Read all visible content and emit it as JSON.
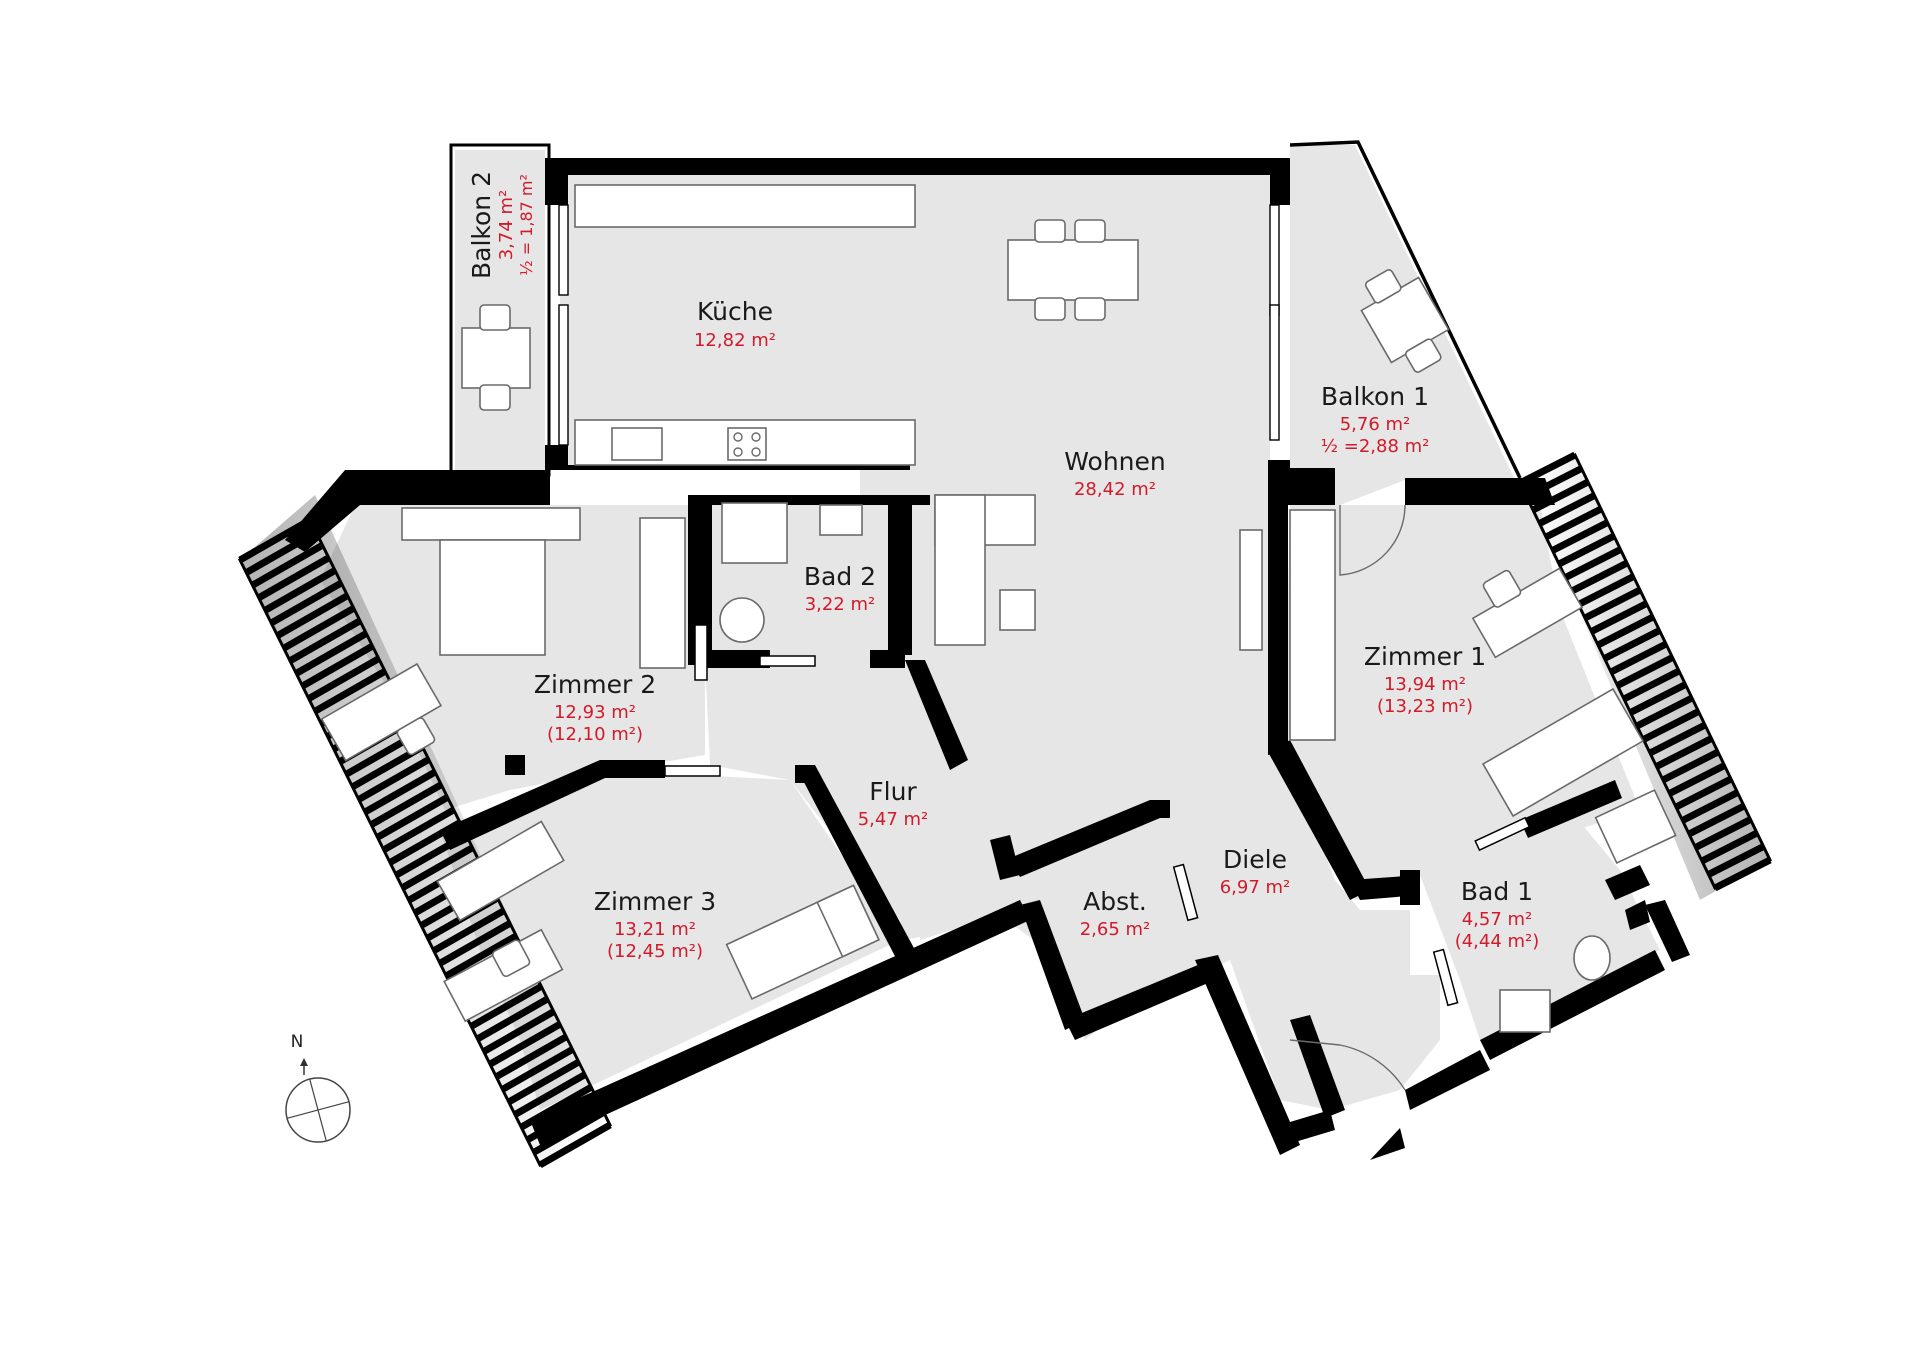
{
  "colors": {
    "floor": "#e6e6e6",
    "wall": "#000000",
    "area_text": "#d21a2a",
    "label_text": "#1a1a1a"
  },
  "compass": {
    "label": "N"
  },
  "rooms": [
    {
      "key": "kueche",
      "name": "Küche",
      "area": "12,82 m²"
    },
    {
      "key": "wohnen",
      "name": "Wohnen",
      "area": "28,42 m²"
    },
    {
      "key": "balkon1",
      "name": "Balkon 1",
      "area": "5,76 m²",
      "area2": "½ =2,88 m²"
    },
    {
      "key": "balkon2",
      "name": "Balkon 2",
      "area": "3,74 m²",
      "area2": "½ = 1,87 m²"
    },
    {
      "key": "bad2",
      "name": "Bad 2",
      "area": "3,22 m²"
    },
    {
      "key": "zimmer2",
      "name": "Zimmer 2",
      "area": "12,93 m²",
      "area2": "(12,10 m²)"
    },
    {
      "key": "zimmer1",
      "name": "Zimmer 1",
      "area": "13,94 m²",
      "area2": "(13,23 m²)"
    },
    {
      "key": "flur",
      "name": "Flur",
      "area": "5,47 m²"
    },
    {
      "key": "diele",
      "name": "Diele",
      "area": "6,97 m²"
    },
    {
      "key": "abst",
      "name": "Abst.",
      "area": "2,65 m²"
    },
    {
      "key": "zimmer3",
      "name": "Zimmer 3",
      "area": "13,21 m²",
      "area2": "(12,45 m²)"
    },
    {
      "key": "bad1",
      "name": "Bad 1",
      "area": "4,57 m²",
      "area2": "(4,44 m²)"
    }
  ]
}
